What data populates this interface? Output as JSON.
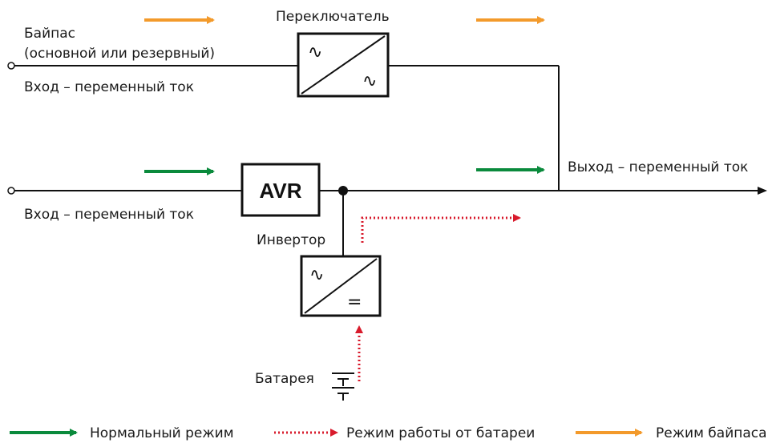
{
  "labels": {
    "switch": "Переключатель",
    "bypass_line1": "Байпас",
    "bypass_line2": "(основной или резервный)",
    "input_ac_top": "Вход – переменный ток",
    "output_ac": "Выход – переменный ток",
    "input_ac_bottom": "Вход – переменный ток",
    "inverter": "Инвертор",
    "battery": "Батарея",
    "avr": "AVR",
    "ac_symbol": "∿",
    "dc_symbol": "="
  },
  "legend": {
    "normal": "Нормальный режим",
    "battery": "Режим работы от батареи",
    "bypass": "Режим байпаса"
  },
  "colors": {
    "normal": "#0a8a3c",
    "battery": "#d81b2c",
    "bypass": "#f39a2b",
    "line": "#111111"
  }
}
